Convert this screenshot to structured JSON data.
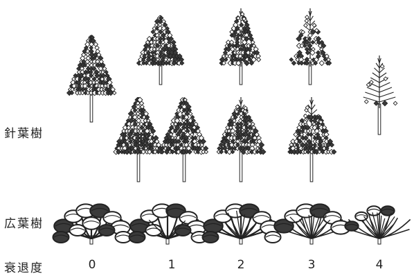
{
  "labels": {
    "conifer": "針葉樹",
    "broadleaf": "広葉樹",
    "decline_degree": "衰退度"
  },
  "grades": [
    "0",
    "1",
    "2",
    "3",
    "4"
  ],
  "colors": {
    "ink": "#222222",
    "foliage": "#3a3a3a",
    "background": "#ffffff"
  }
}
